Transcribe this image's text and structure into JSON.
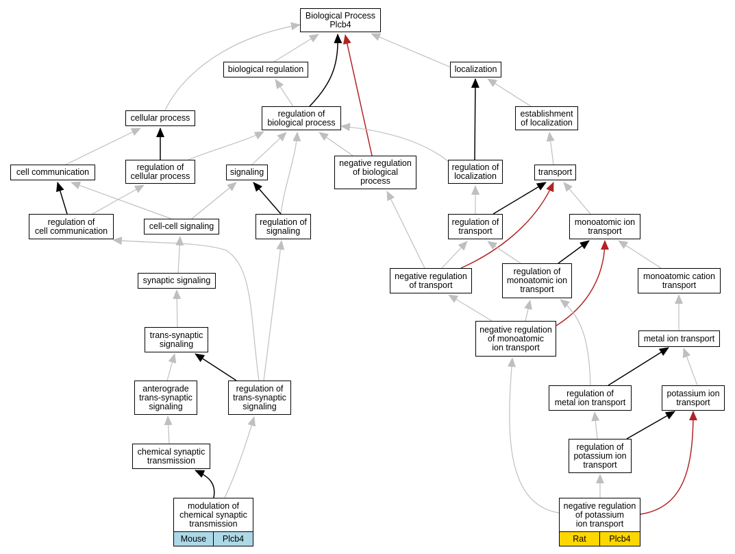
{
  "diagram": {
    "colors": {
      "gray": "#bfbfbf",
      "black": "#000000",
      "red": "#b22222",
      "mouse": "#add8e6",
      "rat": "#ffd700"
    },
    "nodes": {
      "bp": "Biological Process\nPlcb4",
      "bioreg": "biological regulation",
      "loc": "localization",
      "cellproc": "cellular process",
      "regbp": "regulation of\nbiological process",
      "estloc": "establishment\nof localization",
      "cellcomm": "cell communication",
      "regcellproc": "regulation of\ncellular process",
      "signaling": "signaling",
      "negregbp": "negative regulation\nof biological\nprocess",
      "regloc": "regulation of\nlocalization",
      "transport": "transport",
      "regcellcomm": "regulation of\ncell communication",
      "ccsig": "cell-cell signaling",
      "regsig": "regulation of\nsignaling",
      "regtrans": "regulation of\ntransport",
      "monoion": "monoatomic ion\ntransport",
      "synsig": "synaptic signaling",
      "negregtrans": "negative regulation\nof transport",
      "regmonoion": "regulation of\nmonoatomic ion\ntransport",
      "monocation": "monoatomic cation\ntransport",
      "transsyn": "trans-synaptic\nsignaling",
      "negregmono": "negative regulation\nof monoatomic\nion transport",
      "metalion": "metal ion transport",
      "antero": "anterograde\ntrans-synaptic\nsignaling",
      "regtranssyn": "regulation of\ntrans-synaptic\nsignaling",
      "regmetal": "regulation of\nmetal ion transport",
      "kion": "potassium ion\ntransport",
      "chemsyn": "chemical synaptic\ntransmission",
      "regk": "regulation of\npotassium ion\ntransport",
      "modchem": "modulation of\nchemical synaptic\ntransmission",
      "negregk": "negative regulation\nof potassium\nion transport"
    },
    "tags": {
      "modchem": {
        "species": "Mouse",
        "gene": "Plcb4"
      },
      "negregk": {
        "species": "Rat",
        "gene": "Plcb4"
      }
    }
  }
}
